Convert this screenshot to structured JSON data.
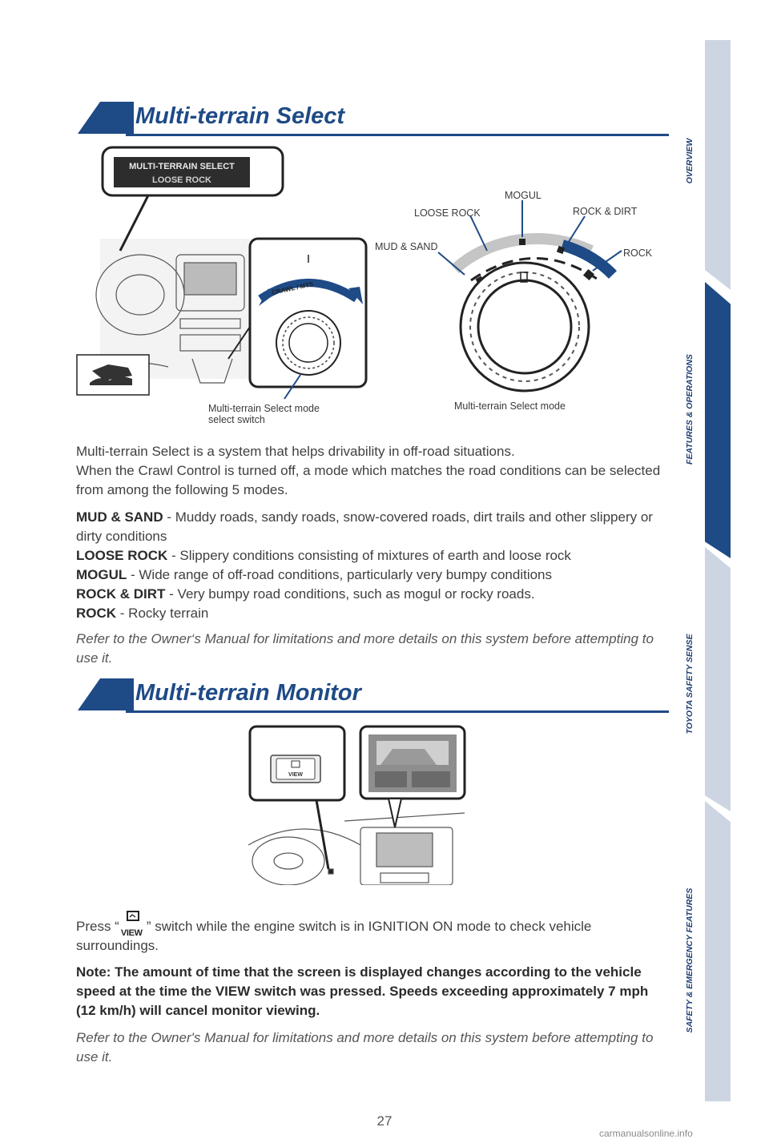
{
  "sections": {
    "mts": {
      "title": "Multi-terrain Select",
      "display_line1": "MULTI-TERRAIN SELECT",
      "display_line2": "LOOSE ROCK",
      "knob_label": "CRAWL / MTS",
      "switch_caption_line1": "Multi-terrain Select mode",
      "switch_caption_line2": "select switch",
      "mode_caption": "Multi-terrain Select mode",
      "dial_labels": {
        "mud_sand": "MUD & SAND",
        "loose_rock": "LOOSE ROCK",
        "mogul": "MOGUL",
        "rock_dirt": "ROCK & DIRT",
        "rock": "ROCK"
      },
      "intro_line1": "Multi-terrain Select is a system that helps drivability in off-road situations.",
      "intro_line2": "When the Crawl Control is turned off, a mode which matches the road conditions can be selected from among the following 5 modes.",
      "modes": [
        {
          "name": "MUD & SAND",
          "desc": " - Muddy roads, sandy roads, snow-covered roads, dirt trails and other slippery or dirty conditions"
        },
        {
          "name": "LOOSE ROCK",
          "desc": " - Slippery conditions consisting of mixtures of earth and loose rock"
        },
        {
          "name": "MOGUL",
          "desc": " - Wide range of off-road conditions, particularly very bumpy conditions"
        },
        {
          "name": "ROCK & DIRT",
          "desc": " - Very bumpy road conditions, such as mogul or rocky roads."
        },
        {
          "name": "ROCK",
          "desc": " - Rocky terrain"
        }
      ],
      "note": "Refer to the Owner‘s Manual for limitations and more details on this system before attempting to use it."
    },
    "mtm": {
      "title": "Multi-terrain Monitor",
      "view_label": "VIEW",
      "press_before": "Press “",
      "press_after": "” switch while the engine switch is in IGNITION ON mode to check vehicle surroundings.",
      "note_bold": "Note:  The amount of time that the screen is displayed changes according to the vehicle speed at the time the VIEW switch was pressed. Speeds exceeding approximately 7 mph (12 km/h) will cancel monitor viewing.",
      "note": "Refer to the Owner's Manual for limitations and more details on this system before attempting to use it."
    }
  },
  "sidebar": [
    "OVERVIEW",
    "FEATURES & OPERATIONS",
    "TOYOTA SAFETY SENSE",
    "SAFETY & EMERGENCY FEATURES"
  ],
  "page_number": "27",
  "watermark": "carmanualsonline.info",
  "colors": {
    "brand_blue": "#1e4a86",
    "tab_light": "#cdd5e2",
    "tab_active": "#1e4a86"
  }
}
